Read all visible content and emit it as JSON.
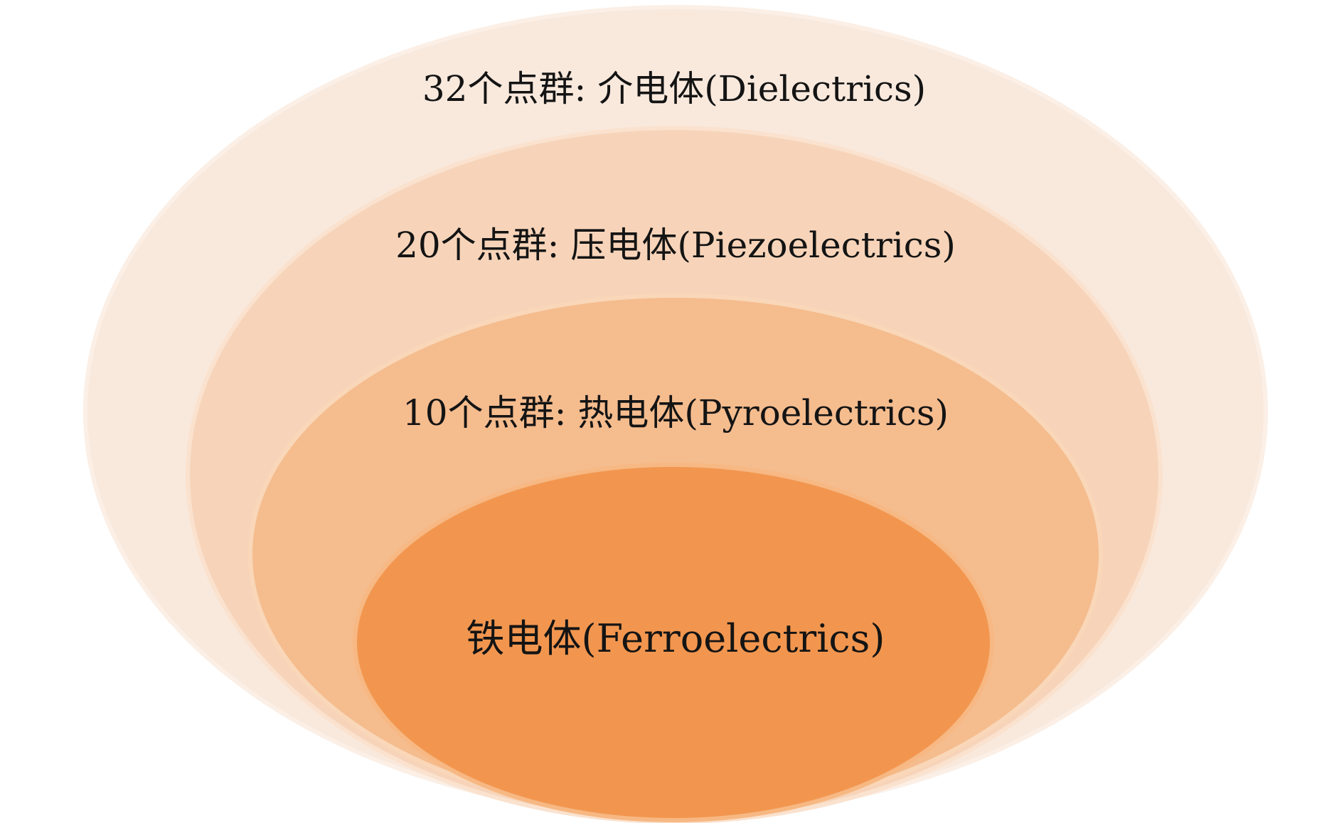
{
  "diagram": {
    "type": "nested-ellipses",
    "levels": [
      {
        "label": "32个点群: 介电体(Dielectrics)",
        "color": "#f9e8db",
        "edge": "#fbefe6",
        "fill_opacity": 0.95
      },
      {
        "label": "20个点群: 压电体(Piezoelectrics)",
        "color": "#f7d3b6",
        "edge": "#fae2cf",
        "fill_opacity": 0.95
      },
      {
        "label": "10个点群: 热电体(Pyroelectrics)",
        "color": "#f4ba8b",
        "edge": "#f9d7b8",
        "fill_opacity": 0.95
      },
      {
        "label": "铁电体(Ferroelectrics)",
        "color": "#f2964f",
        "edge": "#f7b883",
        "fill_opacity": 1.0
      }
    ]
  }
}
